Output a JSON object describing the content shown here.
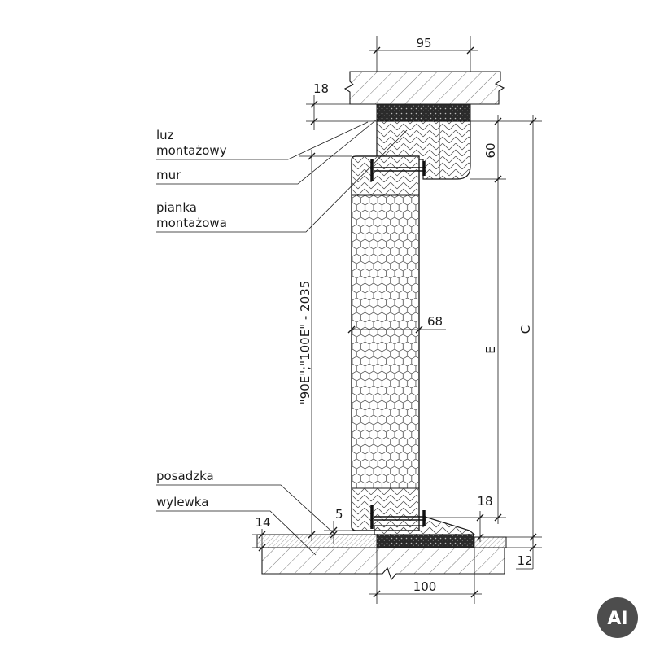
{
  "callouts": {
    "luz_montazowy": {
      "line1": "luz",
      "line2": "montażowy"
    },
    "mur": {
      "line1": "mur"
    },
    "pianka_montazowa": {
      "line1": "pianka",
      "line2": "montażowa"
    },
    "posadzka": {
      "line1": "posadzka"
    },
    "wylewka": {
      "line1": "wylewka"
    }
  },
  "dimensions": {
    "frame_width": "95",
    "installation_gap": "18",
    "frame_height": "60",
    "height_c": "C",
    "height_e": "E",
    "leaf_thickness": "68",
    "door_height": "\"90E\";\"100E\" - 2035",
    "floor_gap": "5",
    "threshold_height": "18",
    "floor_thickness": "14",
    "floor_offset": "12",
    "threshold_width": "100"
  },
  "badge": {
    "label": "AI",
    "color": "#4d4d4d"
  }
}
